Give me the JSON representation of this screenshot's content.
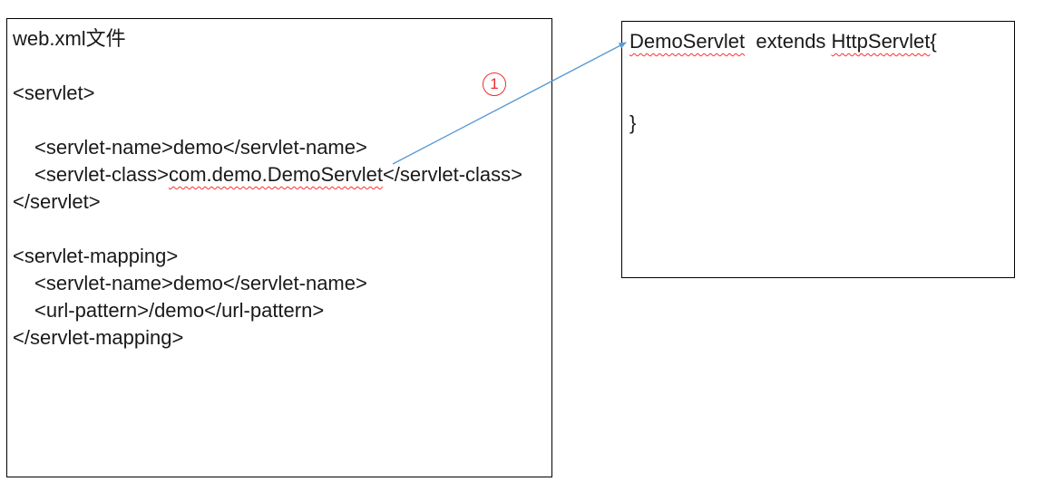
{
  "left_box": {
    "title": "web.xml文件",
    "servlet_open": "<servlet>",
    "servlet_name": "<servlet-name>demo</servlet-name>",
    "servlet_class_open_tag": "<servlet-class>",
    "servlet_class_value": "com.demo.DemoServlet",
    "servlet_class_close_tag": "</servlet-class>",
    "servlet_close": "</servlet>",
    "servlet_mapping_open": "<servlet-mapping>",
    "mapping_servlet_name": "<servlet-name>demo</servlet-name>",
    "url_pattern": "<url-pattern>/demo</url-pattern>",
    "servlet_mapping_close": "</servlet-mapping>"
  },
  "right_box": {
    "class_name": "DemoServlet",
    "extends_segment": "  extends ",
    "superclass_name": "HttpServlet",
    "open_brace": "{",
    "close_brace": "}"
  },
  "annotation": {
    "step_number": "1",
    "label": "①"
  },
  "colors": {
    "arrow_blue": "#5b9bd5",
    "annotation_red": "#e8312f",
    "spellcheck_red": "#ff2d2d",
    "border_black": "#000000",
    "text_black": "#1a1a1a"
  }
}
